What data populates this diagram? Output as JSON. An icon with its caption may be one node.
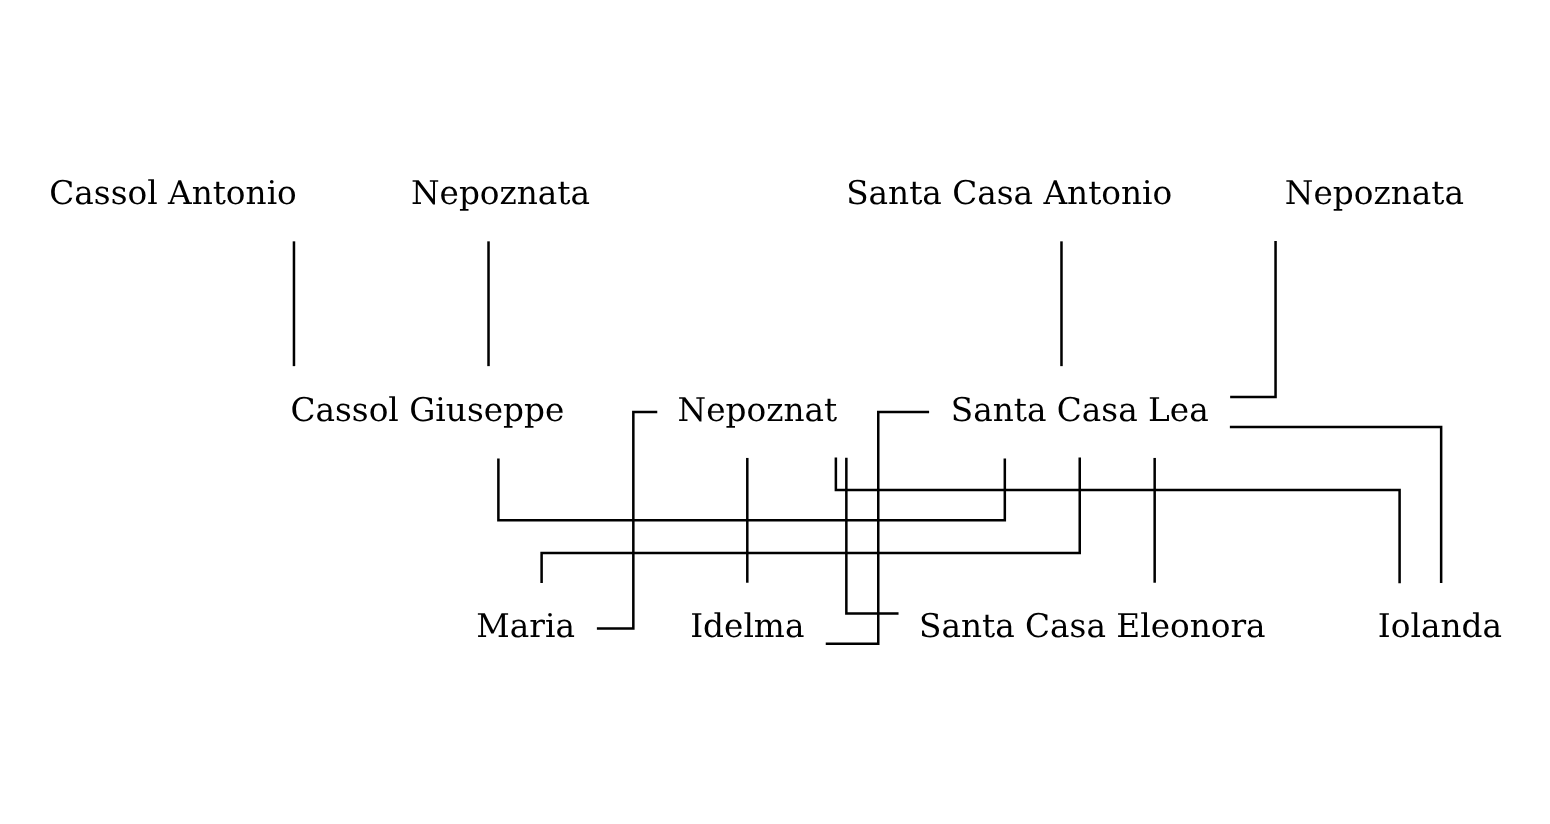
{
  "diagram": {
    "nodes": [
      {
        "text": [
          "Cassol Antonio"
        ]
      },
      {
        "text": [
          "Nepoznata"
        ]
      },
      {
        "text": [
          "Santa Casa Antonio"
        ]
      },
      {
        "text": [
          "Nepoznata"
        ]
      },
      {
        "text": [
          "Cassol Giuseppe"
        ]
      },
      {
        "text": [
          "Santa Casa Lea"
        ]
      },
      {
        "text": [
          "Nepoznat"
        ]
      },
      {
        "text": [
          "Santa Casa Eleonora"
        ]
      },
      {
        "text": [
          "Iolanda"
        ]
      },
      {
        "text": [
          "Maria"
        ]
      },
      {
        "text": [
          "Idelma"
        ]
      }
    ],
    "edges": [
      {
        "from": 0,
        "to": 4,
        "arrow": "none"
      },
      {
        "from": 1,
        "to": 4,
        "arrow": "none"
      },
      {
        "from": 2,
        "to": 5,
        "arrow": "none"
      },
      {
        "from": 3,
        "to": 5,
        "arrow": "none"
      },
      {
        "from": 4,
        "to": 5,
        "arrow": "none"
      },
      {
        "from": 5,
        "to": 7,
        "arrow": "none"
      },
      {
        "from": 6,
        "to": 7,
        "arrow": "none"
      },
      {
        "from": 5,
        "to": 8,
        "arrow": "none"
      },
      {
        "from": 6,
        "to": 8,
        "arrow": "none"
      },
      {
        "from": 5,
        "to": 9,
        "arrow": "none"
      },
      {
        "from": 6,
        "to": 9,
        "arrow": "none"
      },
      {
        "from": 5,
        "to": 10,
        "arrow": "none"
      },
      {
        "from": 6,
        "to": 10,
        "arrow": "none"
      }
    ]
  }
}
